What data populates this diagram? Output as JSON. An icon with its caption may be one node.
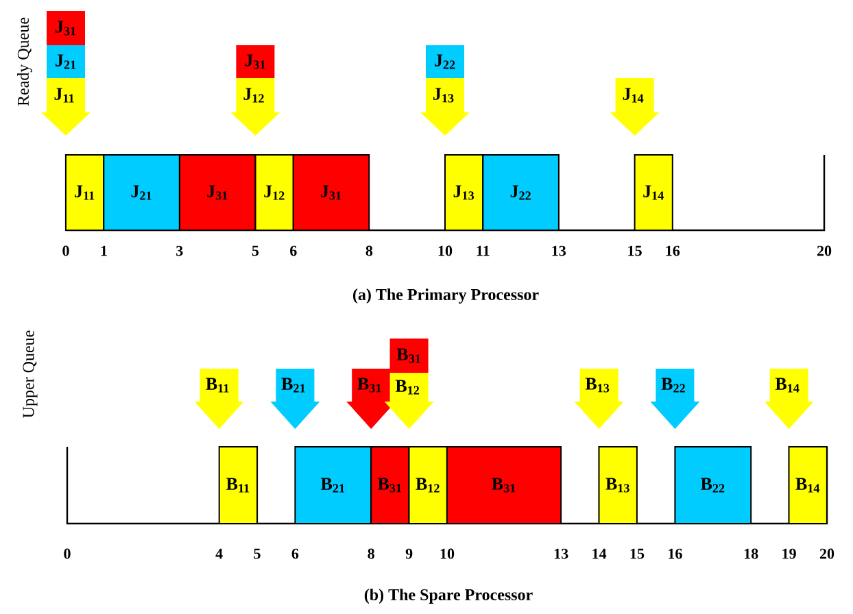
{
  "diagram": {
    "nodes": [
      {
        "text": [
          "J$_{31}$"
        ]
      },
      {
        "text": [
          "J$_{21}$"
        ]
      },
      {
        "text": [
          "J$_{11}$"
        ]
      },
      {
        "text": [
          "J$_{31}$"
        ]
      },
      {
        "text": [
          "J$_{12}$"
        ]
      },
      {
        "text": [
          "J$_{22}$"
        ]
      },
      {
        "text": [
          "J$_{13}$"
        ]
      },
      {
        "text": [
          "J$_{14}$"
        ]
      },
      {
        "text": [
          "J$_{11}$"
        ]
      },
      {
        "text": [
          "J$_{21}$"
        ]
      },
      {
        "text": [
          "J$_{31}$"
        ]
      },
      {
        "text": [
          "J$_{12}$"
        ]
      },
      {
        "text": [
          "J$_{31}$"
        ]
      },
      {
        "text": [
          "J$_{13}$"
        ]
      },
      {
        "text": [
          "J$_{22}$"
        ]
      },
      {
        "text": [
          "J$_{14}$"
        ]
      },
      {
        "text": [
          "B$_{31}$"
        ]
      },
      {
        "text": [
          "B$_{11}$"
        ]
      },
      {
        "text": [
          "B$_{21}$"
        ]
      },
      {
        "text": [
          "B$_{31}$"
        ]
      },
      {
        "text": [
          "B$_{12}$"
        ]
      },
      {
        "text": [
          "B$_{13}$"
        ]
      },
      {
        "text": [
          "B$_{22}$"
        ]
      },
      {
        "text": [
          "B$_{14}$"
        ]
      },
      {
        "text": [
          "B$_{11}$"
        ]
      },
      {
        "text": [
          "B$_{21}$"
        ]
      },
      {
        "text": [
          "B$_{31}$"
        ]
      },
      {
        "text": [
          "B$_{12}$"
        ]
      },
      {
        "text": [
          "B$_{31}$"
        ]
      },
      {
        "text": [
          "B$_{13}$"
        ]
      },
      {
        "text": [
          "B$_{22}$"
        ]
      },
      {
        "text": [
          "B$_{14}$"
        ]
      }
    ],
    "labels": [
      "Ready Queue",
      "0",
      "1",
      "3",
      "5",
      "6",
      "8",
      "10",
      "11",
      "13",
      "15",
      "16",
      "20",
      "(a) The Primary Processor",
      "Upper Queue",
      "0",
      "4",
      "5",
      "6",
      "8",
      "9",
      "10",
      "13",
      "14",
      "15",
      "16",
      "18",
      "19",
      "20",
      "(b) The Spare Processor"
    ]
  }
}
